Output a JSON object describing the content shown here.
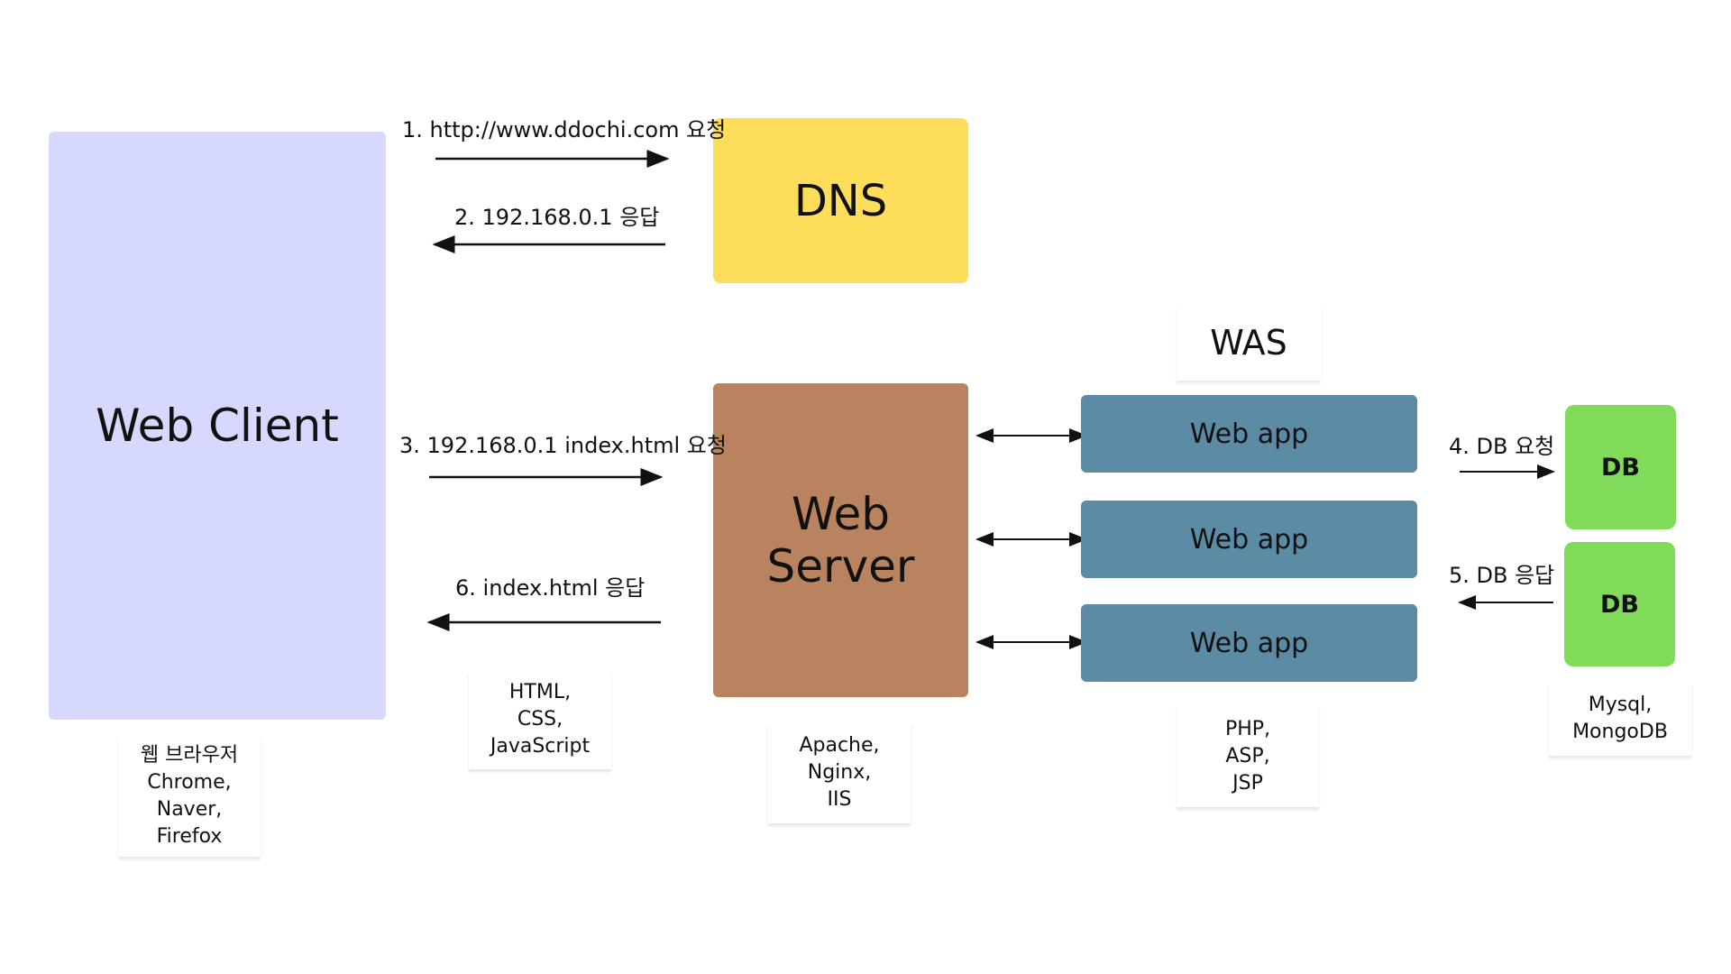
{
  "boxes": {
    "client": "Web Client",
    "dns": "DNS",
    "server": "Web Server",
    "was_title": "WAS",
    "apps": [
      "Web app",
      "Web app",
      "Web app"
    ],
    "dbs": [
      "DB",
      "DB"
    ]
  },
  "steps": {
    "s1": "1. http://www.ddochi.com 요청",
    "s2": "2. 192.168.0.1 응답",
    "s3": "3. 192.168.0.1 index.html 요청",
    "s4": "4. DB 요청",
    "s5": "5. DB 응답",
    "s6": "6. index.html 응답"
  },
  "notes": {
    "client": [
      "웹 브라우저",
      "Chrome,",
      "Naver,",
      "Firefox"
    ],
    "files": [
      "HTML,",
      "CSS,",
      "JavaScript"
    ],
    "server": [
      "Apache,",
      "Nginx,",
      "IIS"
    ],
    "was": [
      "PHP,",
      "ASP,",
      "JSP"
    ],
    "db": [
      "Mysql,",
      "MongoDB"
    ]
  },
  "colors": {
    "client": "#d6d9fd",
    "dns": "#fedd5a",
    "server": "#b8835e",
    "app": "#5b8ba5",
    "db": "#80dc58"
  }
}
